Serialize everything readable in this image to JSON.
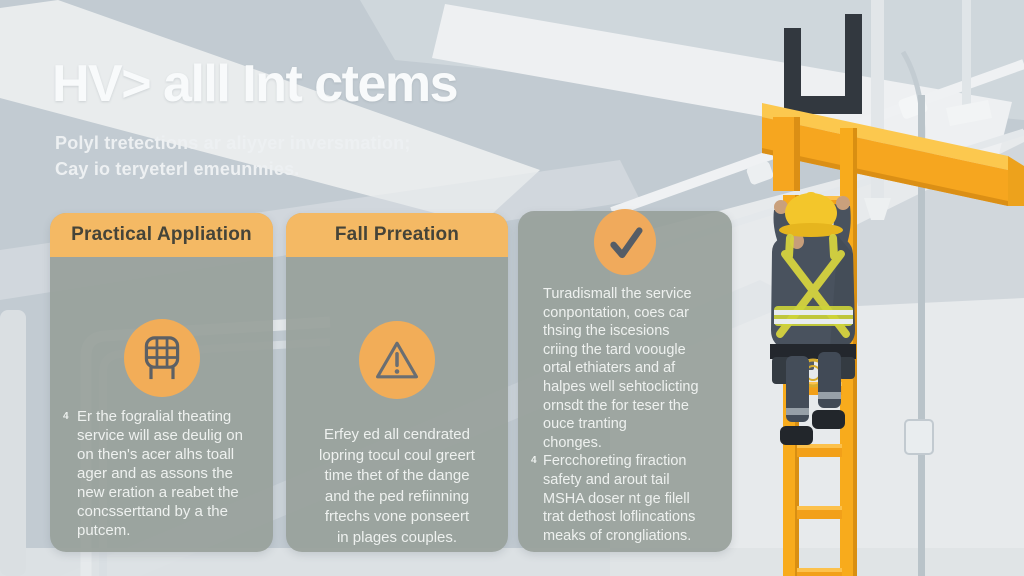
{
  "page": {
    "title": "HV> alll Int ctems",
    "subtitle_line1": "Polyl tretections ar aliyyer inversmation;",
    "subtitle_line2": "Cay io teryeterl emeunmies."
  },
  "cards": [
    {
      "header": "Practical Appliation",
      "icon": "equipment-cage-icon",
      "marker": "4",
      "lines": [
        "Er the fogralial theating",
        "service will ase deulig on",
        "on then's acer alhs toall",
        "ager and as assons the",
        "new eration a reabet the",
        "concsserttand by a the",
        "putcem."
      ]
    },
    {
      "header": "Fall Prreation",
      "icon": "warning-triangle-icon",
      "lines": [
        "Erfey ed all cendrated",
        "lopring tocul coul greert",
        "time thet of the dange",
        "and the ped refiinning",
        "frtechs vone ponseert",
        "in plages couples."
      ]
    },
    {
      "icon": "checkmark-icon",
      "paragraph1_lines": [
        "Turadismall the service",
        "conpontation, coes car",
        "thsing the iscesions",
        "criing the tard voougle",
        "ortal ethiaters and af",
        "halpes well sehtoclicting",
        "ornsdt the for teser the",
        "ouce tranting",
        "chonges."
      ],
      "marker2": "4",
      "paragraph2_lines": [
        "Fercchoreting firaction",
        "safety and arout tail",
        "MSHA doser nt ge filell",
        "trat dethost loflincations",
        "meaks of crongliations."
      ]
    }
  ],
  "illustration": {
    "label": "Worker in yellow hard hat and safety harness climbing a yellow fixed ladder below an overhead beam"
  },
  "colors": {
    "background": "#c2cbd2",
    "title_text": "#f8fafb",
    "card_background": "#98a09b",
    "card_text": "#eef1ef",
    "header_orange": "#f4b964",
    "header_text": "#454439",
    "icon_circle_orange": "#f2ad58",
    "ladder_yellow": "#f6a61f",
    "hard_hat_yellow": "#f3c62b",
    "worker_jacket": "#49525e",
    "harness_yellow_green": "#d6d33f"
  }
}
